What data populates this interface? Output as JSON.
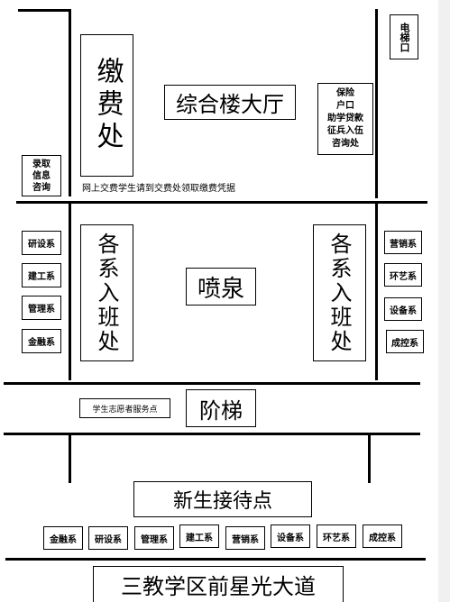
{
  "top": {
    "payment_office": "缴费处",
    "hall": "综合楼大厅",
    "elevator": "电梯口",
    "services": [
      "保险",
      "户口",
      "助学贷款",
      "征兵入伍",
      "咨询处"
    ],
    "admission_info": "录取信息咨询",
    "payment_note": "网上交费学生请到交费处领取缴费凭据"
  },
  "middle": {
    "fountain": "喷泉",
    "class_office_left": "各系入班处",
    "class_office_right": "各系入班处",
    "left_depts": [
      "研设系",
      "建工系",
      "管理系",
      "金融系"
    ],
    "right_depts": [
      "营销系",
      "环艺系",
      "设备系",
      "成控系"
    ]
  },
  "stairs": {
    "label": "阶梯",
    "volunteer_point": "学生志愿者服务点"
  },
  "reception": {
    "label": "新生接待点",
    "depts": [
      "金融系",
      "研设系",
      "管理系",
      "建工系",
      "营销系",
      "设备系",
      "环艺系",
      "成控系"
    ]
  },
  "avenue": {
    "label": "三教学区前星光大道"
  }
}
